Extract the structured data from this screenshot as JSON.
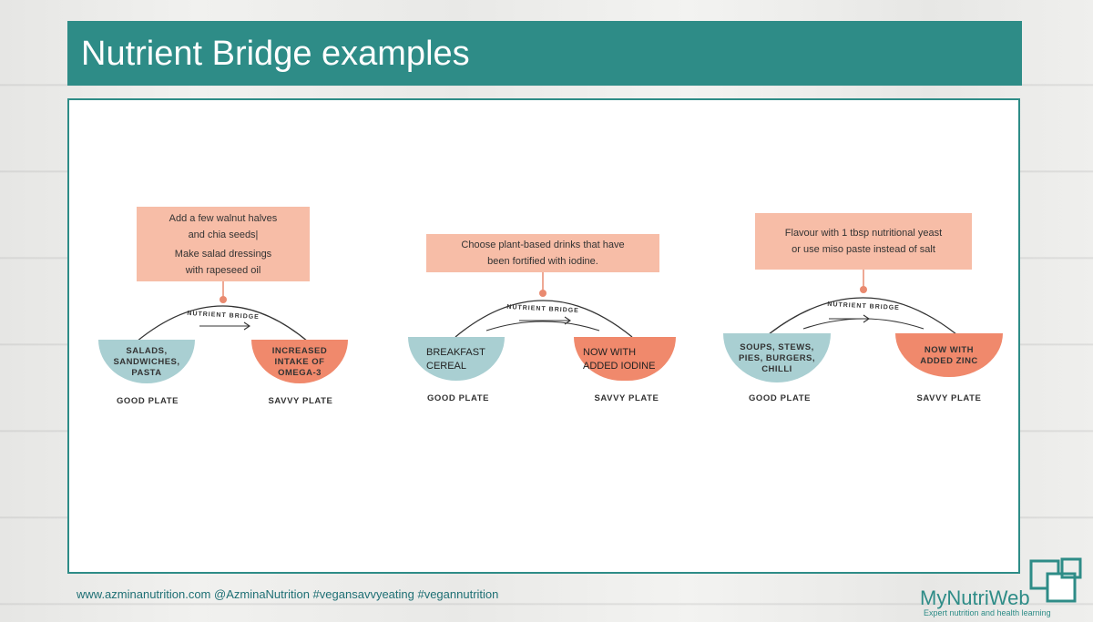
{
  "title": "Nutrient Bridge examples",
  "bridge_label": "NUTRIENT BRIDGE",
  "examples": [
    {
      "tip_lines": [
        "Add a few walnut halves",
        "and chia seeds|",
        "Make salad dressings",
        "with rapeseed oil"
      ],
      "good_bowl": "SALADS,\nSANDWICHES,\nPASTA",
      "savvy_bowl": "INCREASED\nINTAKE OF\nOMEGA-3",
      "good_label": "GOOD PLATE",
      "savvy_label": "SAVVY PLATE"
    },
    {
      "tip_lines": [
        "Choose plant-based drinks that have",
        "been fortified with iodine."
      ],
      "good_bowl": "BREAKFAST\nCEREAL",
      "savvy_bowl": "NOW WITH\nADDED IODINE",
      "good_label": "GOOD PLATE",
      "savvy_label": "SAVVY PLATE"
    },
    {
      "tip_lines": [
        "Flavour with 1 tbsp nutritional yeast",
        "or use miso paste instead of salt"
      ],
      "good_bowl": "SOUPS, STEWS,\nPIES, BURGERS,\nCHILLI",
      "savvy_bowl": "NOW WITH\nADDED ZINC",
      "good_label": "GOOD PLATE",
      "savvy_label": "SAVVY PLATE"
    }
  ],
  "footer": "www.azminanutrition.com @AzminaNutrition #vegansavvyeating  #vegannutrition",
  "logo": {
    "name": "MyNutriWeb",
    "tagline": "Expert nutrition and health learning"
  },
  "colors": {
    "teal": "#2e8c87",
    "good_bowl": "#a9cfd2",
    "savvy_bowl": "#f0896c",
    "tip_box": "#f7bda7"
  }
}
